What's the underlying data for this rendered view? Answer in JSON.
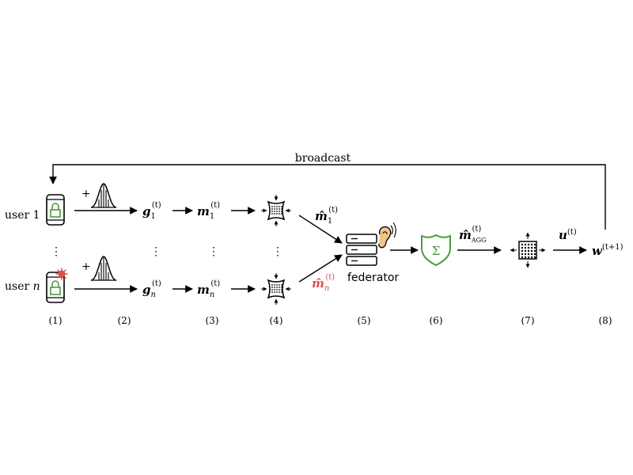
{
  "broadcast": "broadcast",
  "users": {
    "user1": {
      "prefix": "user ",
      "index": "1"
    },
    "usern": {
      "prefix": "user ",
      "index": "n"
    }
  },
  "noise_plus": "+",
  "vdots": "⋮",
  "nodes": {
    "g1": {
      "base": "g",
      "sub": "1",
      "sup": "(t)"
    },
    "gn": {
      "base": "g",
      "sub": "n",
      "sup": "(t)"
    },
    "m1": {
      "base": "m",
      "sub": "1",
      "sup": "(t)"
    },
    "mn": {
      "base": "m",
      "sub": "n",
      "sup": "(t)"
    },
    "mhat1": {
      "base": "m̂",
      "sub": "1",
      "sup": "(t)"
    },
    "mhatn": {
      "base": "m̂",
      "sub": "n",
      "sup": "(t)"
    },
    "mhat_agg": {
      "base": "m̂",
      "sub": "AGG",
      "sup": "(t)"
    },
    "u": {
      "base": "u",
      "sup": "(t)"
    },
    "w": {
      "base": "w",
      "sup": "(t+1)"
    }
  },
  "federator": "federator",
  "sigma": "Σ",
  "steps": [
    "(1)",
    "(2)",
    "(3)",
    "(4)",
    "(5)",
    "(6)",
    "(7)",
    "(8)"
  ],
  "colors": {
    "lock": "#4a9a3c",
    "shield": "#4a9a3c",
    "malicious": "#d9534f",
    "ear": "#f3c48a",
    "black": "#000000"
  }
}
